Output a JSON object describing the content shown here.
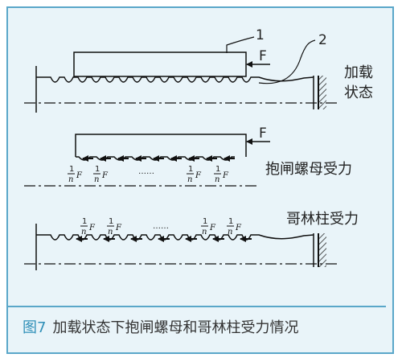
{
  "figure": {
    "caption_number": "图7",
    "caption_text": "加载状态下抱闸螺母和哥林柱受力情况"
  },
  "labels": {
    "part1": "1",
    "part2": "2",
    "force": "F",
    "state_loaded": [
      "加载",
      "状态"
    ],
    "nut_force": "抱闸螺母受力",
    "bar_force": "哥林柱受力",
    "frac_num": "1",
    "frac_den": "n",
    "ellipsis": "……",
    "ellipsis2": "……"
  }
}
